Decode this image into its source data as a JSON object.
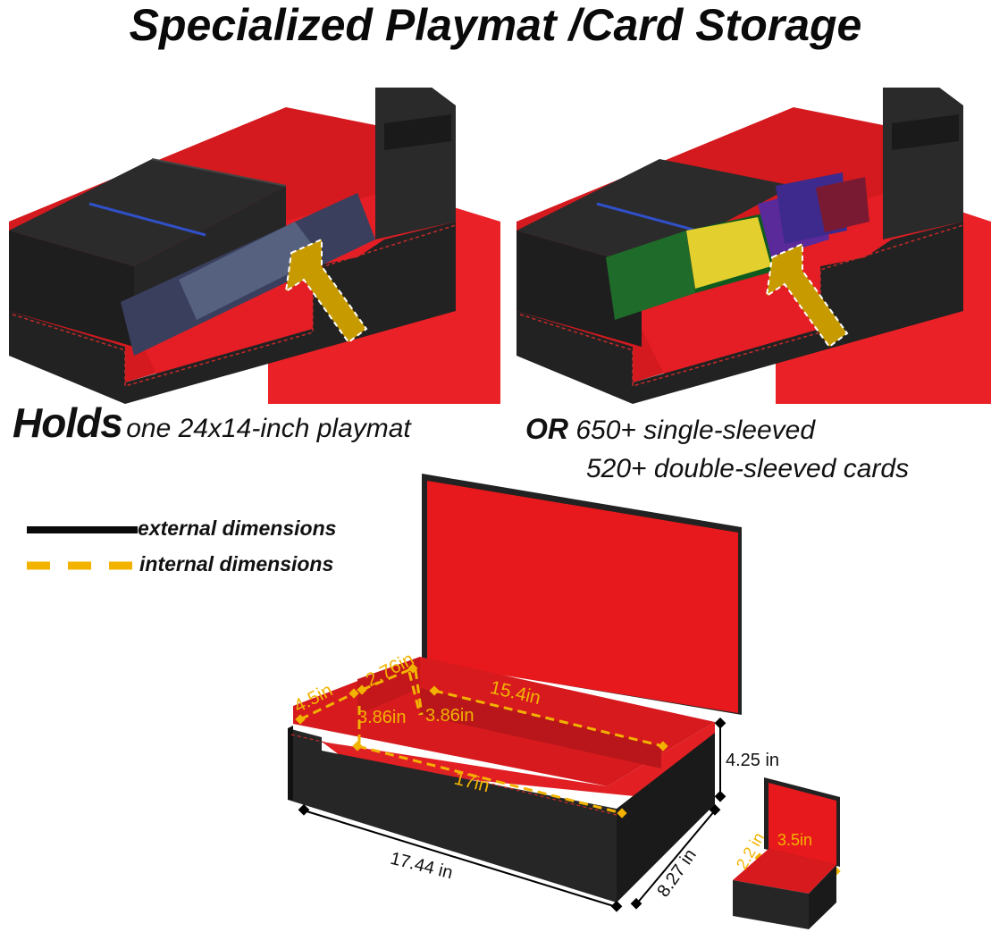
{
  "title": "Specialized Playmat /Card Storage",
  "holds": {
    "big": "Holds",
    "small": "one 24x14-inch playmat",
    "or_big": "OR",
    "or_text": "650+ single-sleeved",
    "line2": "520+ double-sleeved cards"
  },
  "legend": {
    "external": "external dimensions",
    "internal": "internal dimensions"
  },
  "dimensions": {
    "d_4_5": "4.5in",
    "d_2_76": "2.76in",
    "d_15_4": "15.4in",
    "d_3_86_a": "3.86in",
    "d_3_86_b": "3.86in",
    "d_17": "17in",
    "d_4_25": "4.25 in",
    "d_17_44": "17.44 in",
    "d_8_27": "8.27 in",
    "d_2_2": "2.2 in",
    "d_3_5": "3.5in"
  },
  "colors": {
    "red": "#e8191c",
    "black": "#242424",
    "gold": "#f2b300",
    "arrow": "#c79a00"
  }
}
